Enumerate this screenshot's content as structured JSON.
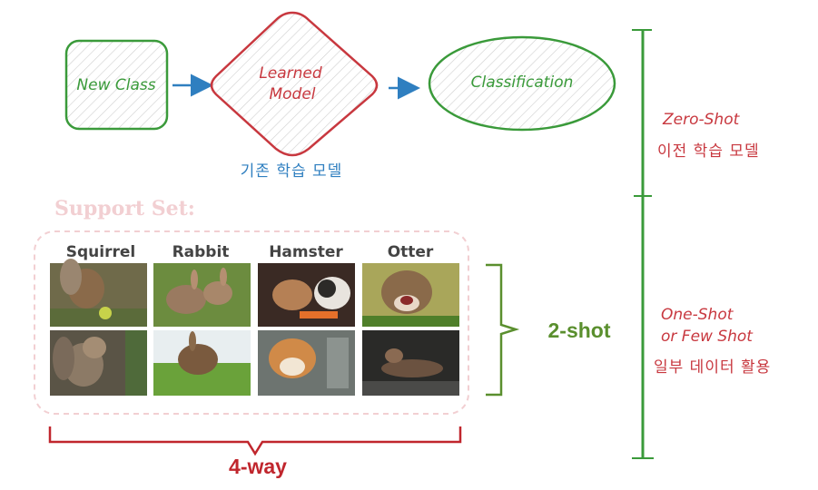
{
  "flow": {
    "new_class": "New Class",
    "learned_model_line1": "Learned",
    "learned_model_line2": "Model",
    "classification": "Classification",
    "existing_model_caption": "기존 학습 모델"
  },
  "support_set": {
    "title": "Support Set:",
    "columns": [
      "Squirrel",
      "Rabbit",
      "Hamster",
      "Otter"
    ],
    "shot_label": "2-shot",
    "way_label": "4-way"
  },
  "scale": {
    "zero_shot_title": "Zero-Shot",
    "zero_shot_desc": "이전 학습 모델",
    "few_shot_title_line1": "One-Shot",
    "few_shot_title_line2": "or Few Shot",
    "few_shot_desc": "일부 데이터 활용"
  },
  "colors": {
    "green": "#3a9a3a",
    "red": "#c8383f",
    "blue": "#2f7fc0",
    "pink": "#f2cfd2"
  }
}
